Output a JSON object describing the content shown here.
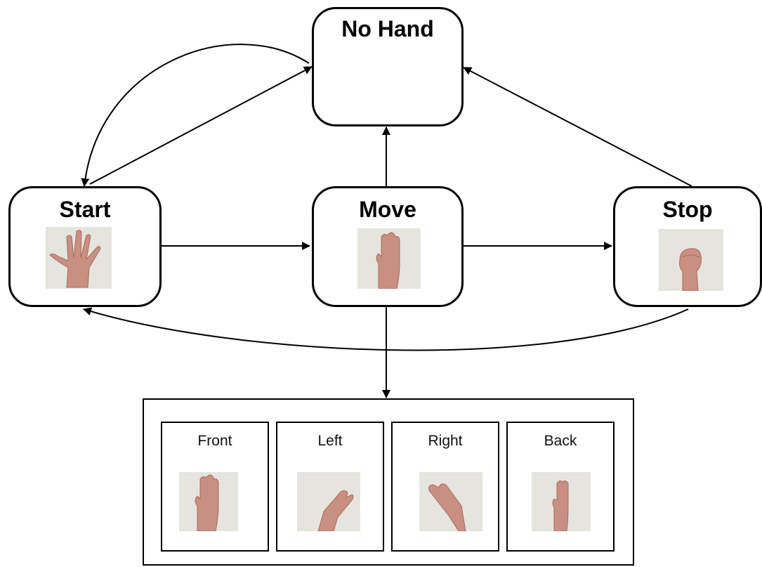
{
  "states": {
    "no_hand": "No Hand",
    "start": "Start",
    "move": "Move",
    "stop": "Stop"
  },
  "directions": {
    "front": "Front",
    "left": "Left",
    "right": "Right",
    "back": "Back"
  },
  "colors": {
    "line": "#000000",
    "photo_bg": "#e6e4df",
    "skin": "#c98f80",
    "skin_shadow": "#a86b5f"
  }
}
